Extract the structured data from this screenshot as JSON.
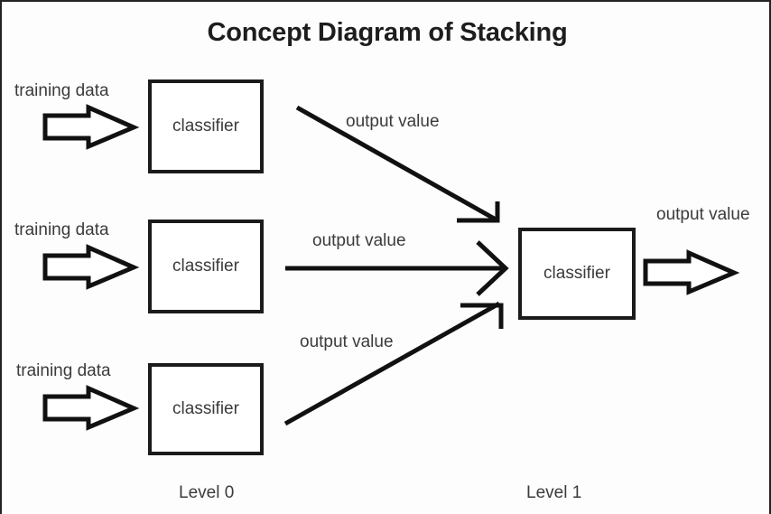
{
  "diagram": {
    "title": "Concept Diagram of Stacking",
    "level0": {
      "label": "Level 0",
      "rows": [
        {
          "input_label": "training data",
          "box_label": "classifier",
          "output_label": "output value"
        },
        {
          "input_label": "training data",
          "box_label": "classifier",
          "output_label": "output value"
        },
        {
          "input_label": "training data",
          "box_label": "classifier",
          "output_label": "output value"
        }
      ]
    },
    "level1": {
      "label": "Level 1",
      "box_label": "classifier",
      "output_label": "output value"
    },
    "colors": {
      "stroke": "#1b1b1b",
      "text": "#3b3b3b",
      "title": "#1d1d1d",
      "background": "#fdfdfd",
      "frame": "#232323"
    }
  }
}
